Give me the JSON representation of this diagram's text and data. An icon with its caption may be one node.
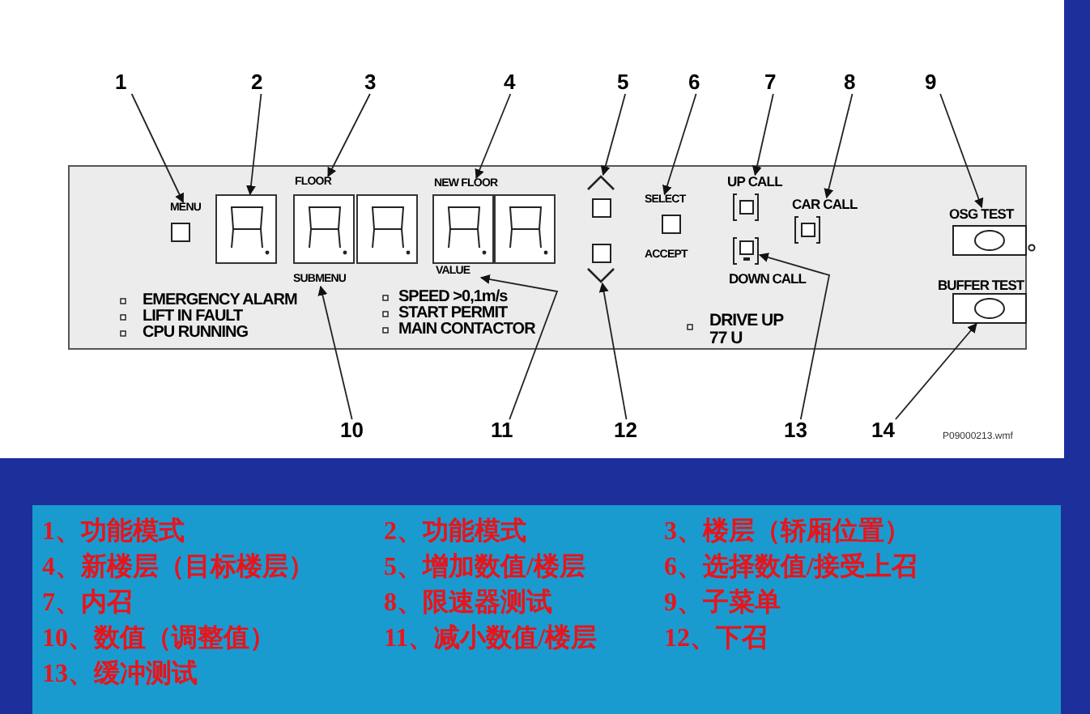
{
  "diagram": {
    "nodes": [
      {
        "text": [
          "1"
        ]
      },
      {
        "text": [
          "2"
        ]
      },
      {
        "text": [
          "3"
        ]
      },
      {
        "text": [
          "4"
        ]
      },
      {
        "text": [
          "5"
        ]
      },
      {
        "text": [
          "6"
        ]
      },
      {
        "text": [
          "7"
        ]
      },
      {
        "text": [
          "8"
        ]
      },
      {
        "text": [
          "9"
        ]
      },
      {
        "text": [],
        "shape": "box"
      },
      {
        "text": [
          "MENU"
        ],
        "in": 9
      },
      {
        "text": [],
        "shape": "box",
        "in": 9
      },
      {
        "text": [],
        "shape": "box",
        "in": 9
      },
      {
        "text": [],
        "shape": "box",
        "in": 9
      },
      {
        "text": [],
        "shape": "box",
        "in": 9
      },
      {
        "text": [],
        "shape": "box",
        "in": 9
      },
      {
        "text": [
          "FLOOR"
        ],
        "in": 9
      },
      {
        "text": [
          "NEW FLOOR"
        ],
        "in": 9
      },
      {
        "text": [],
        "shape": "chevron",
        "in": 9
      },
      {
        "text": [
          "SELECT"
        ],
        "in": 9
      },
      {
        "text": [
          "UP CALL"
        ],
        "in": 9
      },
      {
        "text": [
          "CAR CALL"
        ],
        "in": 9
      },
      {
        "text": [
          "OSG TEST"
        ],
        "in": 9
      },
      {
        "text": [
          "SUBMENU"
        ],
        "in": 9
      },
      {
        "text": [
          "VALUE"
        ],
        "in": 9
      },
      {
        "text": [],
        "shape": "chevron",
        "in": 9
      },
      {
        "text": [],
        "shape": "box",
        "in": 9
      },
      {
        "text": [],
        "shape": "box",
        "in": 9,
        "beside": [
          "BUFFER TEST"
        ]
      },
      {
        "text": [
          "10"
        ]
      },
      {
        "text": [
          "11"
        ]
      },
      {
        "text": [
          "12"
        ]
      },
      {
        "text": [
          "13"
        ]
      },
      {
        "text": [
          "14"
        ]
      }
    ],
    "edges": [
      {
        "from": 0,
        "to": 10,
        "arrow": "to"
      },
      {
        "from": 1,
        "to": 11,
        "arrow": "to"
      },
      {
        "from": 2,
        "to": 16,
        "arrow": "to"
      },
      {
        "from": 3,
        "to": 17,
        "arrow": "to"
      },
      {
        "from": 4,
        "to": 18,
        "arrow": "to"
      },
      {
        "from": 5,
        "to": 19,
        "arrow": "to"
      },
      {
        "from": 6,
        "to": 20,
        "arrow": "to"
      },
      {
        "from": 7,
        "to": 21,
        "arrow": "to"
      },
      {
        "from": 8,
        "to": 22,
        "arrow": "to"
      },
      {
        "from": 28,
        "to": 23,
        "arrow": "to"
      },
      {
        "from": 29,
        "to": 24,
        "arrow": "to"
      },
      {
        "from": 30,
        "to": 25,
        "arrow": "to"
      },
      {
        "from": 31,
        "to": 26,
        "arrow": "to"
      },
      {
        "from": 32,
        "to": 27,
        "arrow": "to"
      }
    ],
    "labels": [
      "EMERGENCY ALARM",
      "LIFT IN FAULT",
      "CPU RUNNING",
      "SPEED >0,1m/s",
      "START PERMIT",
      "MAIN CONTACTOR",
      "ACCEPT",
      "DOWN CALL",
      "DRIVE UP 77 U",
      "P09000213.wmf",
      "1、功能模式",
      "2、功能模式",
      "3、楼层（轿厢位置）",
      "4、新楼层（目标楼层）",
      "5、增加数值/楼层",
      "6、选择数值/接受上召",
      "7、内召",
      "8、限速器测试",
      "9、子菜单",
      "10、数值（调整值）",
      "11、减小数值/楼层",
      "12、下召",
      "13、缓冲测试"
    ]
  }
}
